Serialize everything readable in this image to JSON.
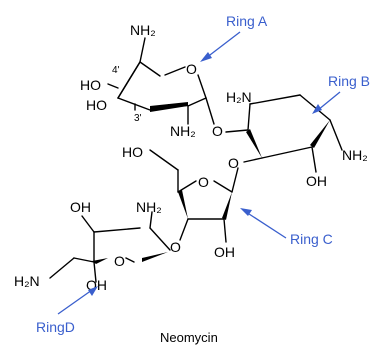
{
  "title": "Neomycin",
  "ring_labels": {
    "a": "Ring A",
    "b": "Ring B",
    "c": "Ring C",
    "d": "RingD"
  },
  "atoms": {
    "a_nh2": "NH₂",
    "a_ho1": "HO",
    "a_ho2": "HO",
    "a_o": "O",
    "a_nh2b": "NH₂",
    "a_o_link": "O",
    "a_pos4": "4'",
    "a_pos3": "3'",
    "b_h2n": "H₂N",
    "b_nh2": "NH₂",
    "b_oh": "OH",
    "b_o_link": "O",
    "c_ho": "HO",
    "c_o": "O",
    "c_oh": "OH",
    "c_o_link": "O",
    "d_oh": "OH",
    "d_nh2": "NH₂",
    "d_h2n": "H₂N",
    "d_o": "O",
    "d_oh2": "OH"
  },
  "colors": {
    "accent": "#3a5fcd",
    "bond": "#000000"
  }
}
